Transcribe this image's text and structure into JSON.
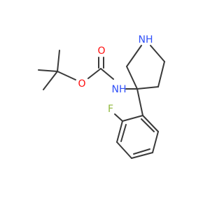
{
  "colors": {
    "bond": "#3a3a3a",
    "oxygen": "#ff0d0d",
    "nitrogen": "#3050f8",
    "fluorine": "#8fb83b",
    "background": "#ffffff"
  },
  "atoms": {
    "carbonyl_oxygen": "O",
    "ester_oxygen": "O",
    "carbamate_nitrogen": "NH",
    "ring_nitrogen": "NH",
    "fluorine": "F"
  }
}
